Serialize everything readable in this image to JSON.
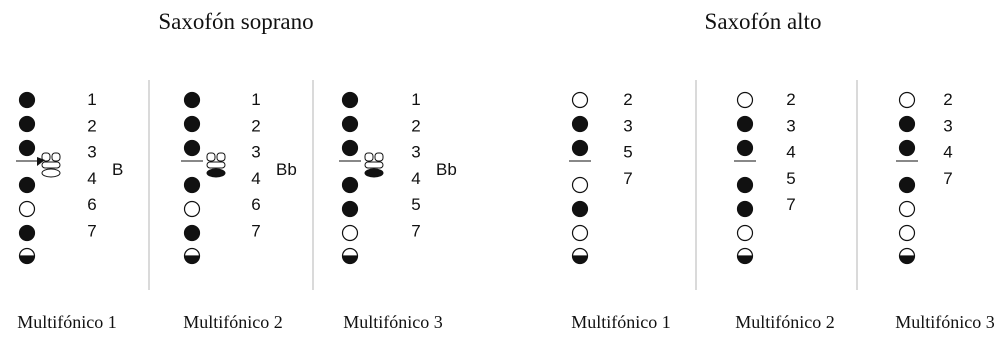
{
  "colors": {
    "ink": "#111111",
    "paper": "#ffffff",
    "divider": "#b5b5b5"
  },
  "sections": [
    {
      "title": "Saxofón soprano",
      "charts": [
        {
          "caption": "Multifónico 1",
          "holes": [
            "filled",
            "filled",
            "filled",
            "split",
            "filled",
            "open",
            "filled",
            "half"
          ],
          "side_key": "left-filled",
          "numbers": [
            "1",
            "2",
            "3",
            "4",
            "6",
            "7"
          ],
          "key_label": "B"
        },
        {
          "caption": "Multifónico 2",
          "holes": [
            "filled",
            "filled",
            "filled",
            "split",
            "filled",
            "open",
            "filled",
            "half"
          ],
          "side_key": "bottom-filled",
          "numbers": [
            "1",
            "2",
            "3",
            "4",
            "6",
            "7"
          ],
          "key_label": "Bb"
        },
        {
          "caption": "Multifónico 3",
          "holes": [
            "filled",
            "filled",
            "filled",
            "split",
            "filled",
            "filled",
            "open",
            "half"
          ],
          "side_key": "bottom-filled",
          "numbers": [
            "1",
            "2",
            "3",
            "4",
            "5",
            "7"
          ],
          "key_label": "Bb"
        }
      ]
    },
    {
      "title": "Saxofón alto",
      "charts": [
        {
          "caption": "Multifónico 1",
          "holes": [
            "open",
            "filled",
            "filled",
            "split",
            "open",
            "filled",
            "open",
            "half"
          ],
          "side_key": "none",
          "numbers": [
            "2",
            "3",
            "5",
            "7"
          ],
          "key_label": ""
        },
        {
          "caption": "Multifónico 2",
          "holes": [
            "open",
            "filled",
            "filled",
            "split",
            "filled",
            "filled",
            "open",
            "half"
          ],
          "side_key": "none",
          "numbers": [
            "2",
            "3",
            "4",
            "5",
            "7"
          ],
          "key_label": ""
        },
        {
          "caption": "Multifónico 3",
          "holes": [
            "open",
            "filled",
            "filled",
            "split",
            "filled",
            "open",
            "open",
            "half"
          ],
          "side_key": "none",
          "numbers": [
            "2",
            "3",
            "4",
            "7"
          ],
          "key_label": ""
        }
      ]
    }
  ]
}
